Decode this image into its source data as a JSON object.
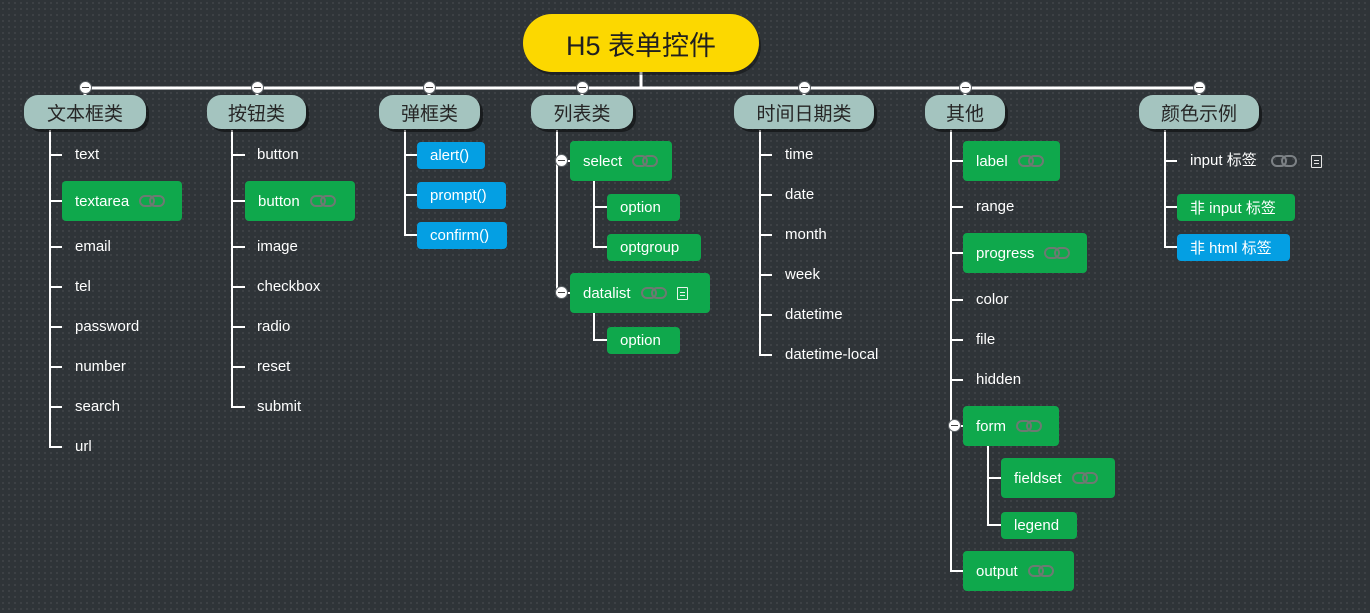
{
  "root": {
    "title": "H5 表单控件"
  },
  "categories": [
    {
      "label": "文本框类"
    },
    {
      "label": "按钮类"
    },
    {
      "label": "弹框类"
    },
    {
      "label": "列表类"
    },
    {
      "label": "时间日期类"
    },
    {
      "label": "其他"
    },
    {
      "label": "颜色示例"
    }
  ],
  "text_items": [
    "text",
    "textarea",
    "email",
    "tel",
    "password",
    "number",
    "search",
    "url"
  ],
  "button_items": [
    "button",
    "button",
    "image",
    "checkbox",
    "radio",
    "reset",
    "submit"
  ],
  "dialog_items": [
    "alert()",
    "prompt()",
    "confirm()"
  ],
  "list_items": {
    "select": "select",
    "select_children": [
      "option",
      "optgroup"
    ],
    "datalist": "datalist",
    "datalist_children": [
      "option"
    ]
  },
  "date_items": [
    "time",
    "date",
    "month",
    "week",
    "datetime",
    "datetime-local"
  ],
  "other_items": {
    "label": "label",
    "range": "range",
    "progress": "progress",
    "color": "color",
    "file": "file",
    "hidden": "hidden",
    "form": "form",
    "form_children": [
      "fieldset",
      "legend"
    ],
    "output": "output"
  },
  "color_items": [
    "input 标签",
    "非 input 标签",
    "非 html 标签"
  ],
  "colors": {
    "background": "#2f3438",
    "root": "#fcd800",
    "category": "#a4c4bf",
    "green": "#0fa84c",
    "blue": "#049fe3",
    "line": "#ffffff"
  }
}
